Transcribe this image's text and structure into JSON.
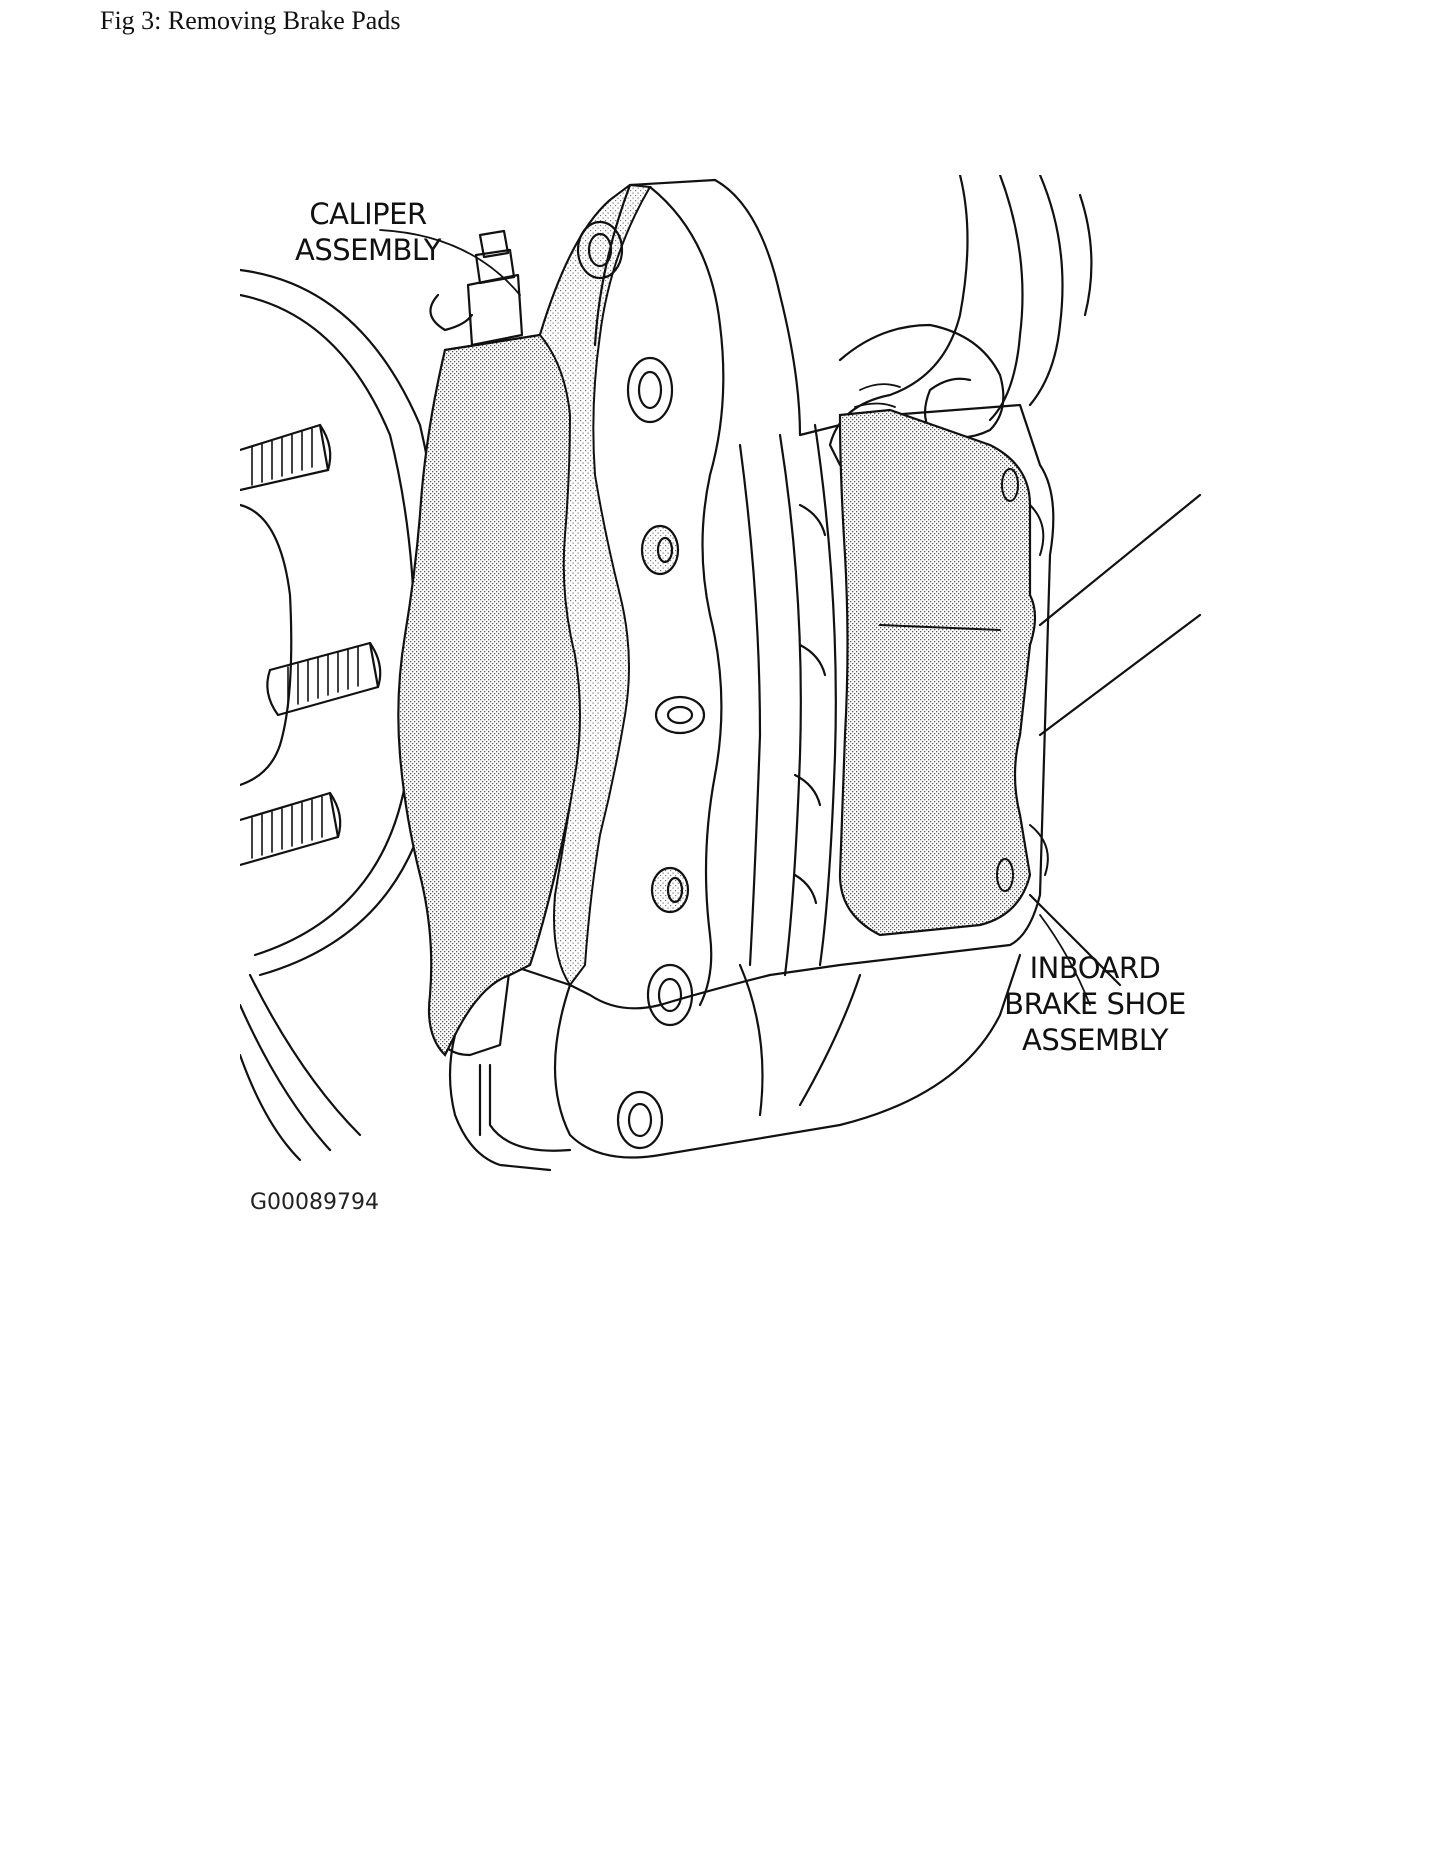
{
  "figure": {
    "title": "Fig 3: Removing Brake Pads",
    "id": "G00089794"
  },
  "callouts": {
    "caliper": [
      "CALIPER",
      "ASSEMBLY"
    ],
    "inboard": [
      "INBOARD",
      "BRAKE SHOE",
      "ASSEMBLY"
    ]
  },
  "colors": {
    "line": "#111111",
    "shade": "#9a9a9a",
    "background": "#ffffff"
  }
}
